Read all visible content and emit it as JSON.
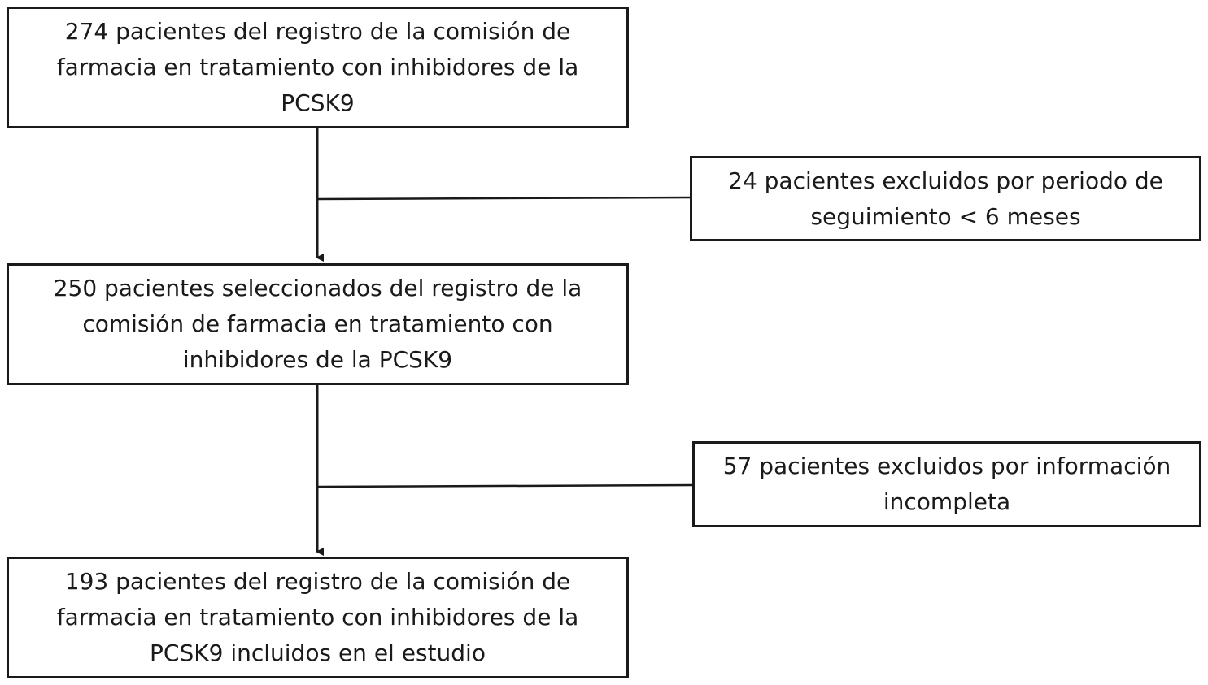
{
  "flowchart": {
    "main_boxes": [
      {
        "lines": [
          "274 pacientes del registro de la comisión de",
          "farmacia en tratamiento con inhibidores de la",
          "PCSK9"
        ]
      },
      {
        "lines": [
          "250 pacientes seleccionados del registro de la",
          "comisión de farmacia en tratamiento con",
          "inhibidores de la PCSK9"
        ]
      },
      {
        "lines": [
          "193 pacientes del registro de la comisión de",
          "farmacia en tratamiento con inhibidores de la",
          "PCSK9 incluidos en el estudio"
        ]
      }
    ],
    "exclusion_boxes": [
      {
        "lines": [
          "24 pacientes excluidos por periodo de",
          "seguimiento < 6 meses"
        ]
      },
      {
        "lines": [
          "57 pacientes excluidos por información",
          "incompleta"
        ]
      }
    ]
  }
}
